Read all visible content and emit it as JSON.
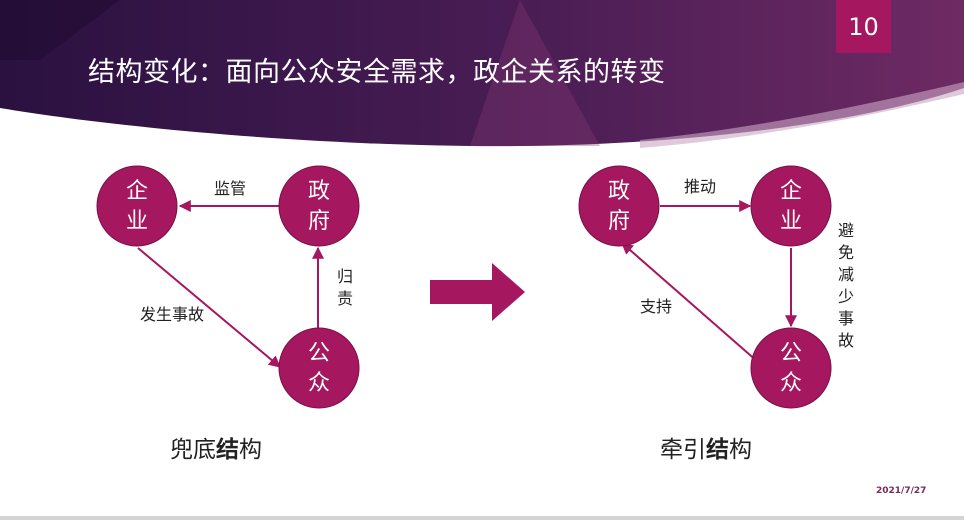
{
  "slide": {
    "title": "结构变化：面向公众安全需求，政企关系的转变",
    "page_number": "10",
    "date": "2021/7/27",
    "colors": {
      "accent": "#a5175f",
      "banner_dark": "#2a1140",
      "banner_mid": "#6e2a63"
    }
  },
  "left_diagram": {
    "caption_plain": "兜底",
    "caption_bold": "结",
    "caption_tail": "构",
    "nodes": {
      "enterprise": [
        "企",
        "业"
      ],
      "government": [
        "政",
        "府"
      ],
      "public": [
        "公",
        "众"
      ]
    },
    "edges": {
      "supervise": "监管",
      "accident": "发生事故",
      "blame": [
        "归",
        "责"
      ]
    }
  },
  "right_diagram": {
    "caption_plain": "牵引",
    "caption_bold": "结",
    "caption_tail": "构",
    "nodes": {
      "government": [
        "政",
        "府"
      ],
      "enterprise": [
        "企",
        "业"
      ],
      "public": [
        "公",
        "众"
      ]
    },
    "edges": {
      "promote": "推动",
      "support": "支持",
      "avoid": [
        "避",
        "免",
        "减",
        "少",
        "事",
        "故"
      ]
    }
  },
  "arrow_icon": "right-arrow-icon"
}
